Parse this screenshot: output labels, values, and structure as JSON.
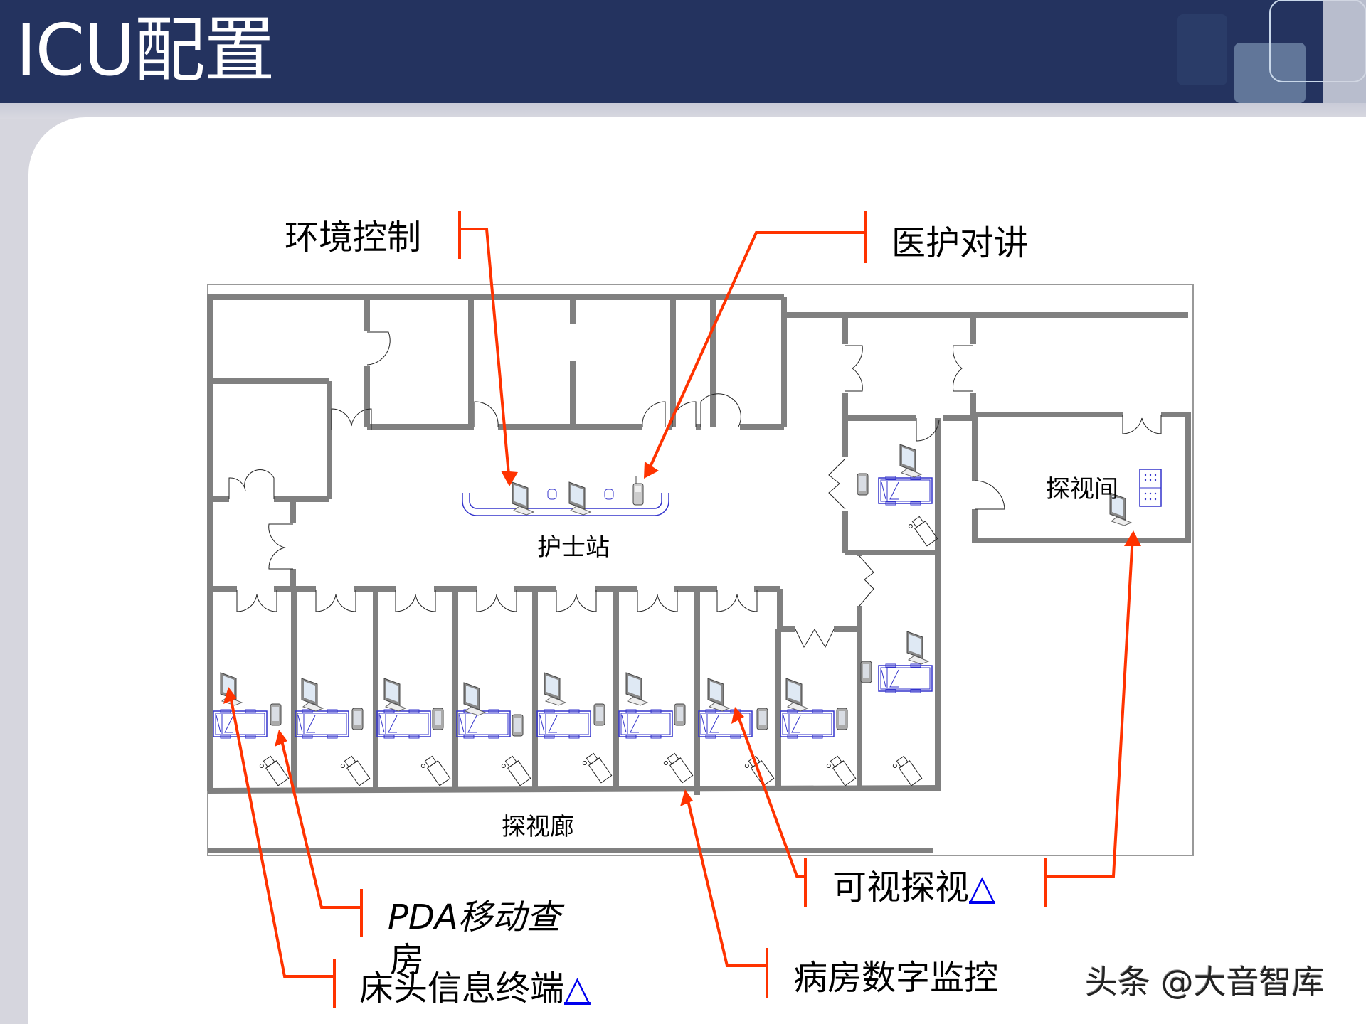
{
  "slide": {
    "title": "ICU配置"
  },
  "callouts": {
    "environment_control": "环境控制",
    "medical_intercom": "医护对讲",
    "pda_rounds_line1": "PDA移动查",
    "pda_rounds_line2": "房",
    "bedside_terminal": "床头信息终端",
    "bedside_terminal_link": "△",
    "visual_visit": "可视探视",
    "visual_visit_link": "△",
    "ward_monitoring": "病房数字监控"
  },
  "rooms": {
    "nurse_station": "护士站",
    "visiting_room": "探视间",
    "visiting_corridor": "探视廊"
  },
  "colors": {
    "header": "#24335f",
    "wall": "#808080",
    "callout_line": "#ff3300",
    "furniture": "#3333cc",
    "link": "#0000ee"
  },
  "watermark": "头条 @大音智库"
}
